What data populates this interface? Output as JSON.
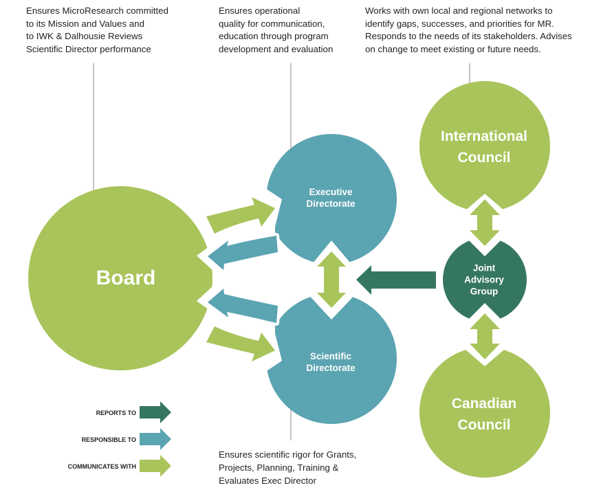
{
  "colors": {
    "light_green": "#A9C45A",
    "teal": "#5BA4B1",
    "dark_green": "#357661",
    "text": "#222222",
    "leader_line": "#888888"
  },
  "nodes": {
    "board": {
      "label": "Board",
      "description": "Ensures MicroResearch committed\nto its Mission and Values and\nto IWK & Dalhousie Reviews\nScientific Director performance"
    },
    "executive_directorate": {
      "label": "Executive\nDirectorate",
      "description": "Ensures operational\nquality for communication,\neducation through program\ndevelopment and evaluation"
    },
    "scientific_directorate": {
      "label": "Scientific\nDirectorate",
      "description": "Ensures scientific rigor for Grants,\nProjects, Planning, Training &\nEvaluates Exec Director"
    },
    "international_council": {
      "label": "International\nCouncil",
      "description": "Works with own local and regional networks to\nidentify gaps, successes, and priorities for MR.\nResponds to the needs of its stakeholders. Advises\non change to meet existing or future needs."
    },
    "joint_advisory_group": {
      "label": "Joint\nAdvisory\nGroup"
    },
    "canadian_council": {
      "label": "Canadian\nCouncil"
    }
  },
  "legend": [
    {
      "label": "REPORTS TO",
      "color": "#357661"
    },
    {
      "label": "RESPONSIBLE TO",
      "color": "#5BA4B1"
    },
    {
      "label": "COMMUNICATES WITH",
      "color": "#A9C45A"
    }
  ],
  "connections": [
    {
      "from": "Board",
      "to": "Executive Directorate",
      "type": "COMMUNICATES WITH"
    },
    {
      "from": "Executive Directorate",
      "to": "Board",
      "type": "RESPONSIBLE TO"
    },
    {
      "from": "Scientific Directorate",
      "to": "Board",
      "type": "RESPONSIBLE TO"
    },
    {
      "from": "Board",
      "to": "Scientific Directorate",
      "type": "COMMUNICATES WITH"
    },
    {
      "from": "Executive Directorate",
      "to": "Scientific Directorate",
      "type": "COMMUNICATES WITH",
      "bidirectional": true
    },
    {
      "from": "Joint Advisory Group",
      "to": "Directorates",
      "type": "REPORTS TO"
    },
    {
      "from": "International Council",
      "to": "Joint Advisory Group",
      "type": "COMMUNICATES WITH",
      "bidirectional": true
    },
    {
      "from": "Joint Advisory Group",
      "to": "Canadian Council",
      "type": "COMMUNICATES WITH",
      "bidirectional": true
    }
  ]
}
